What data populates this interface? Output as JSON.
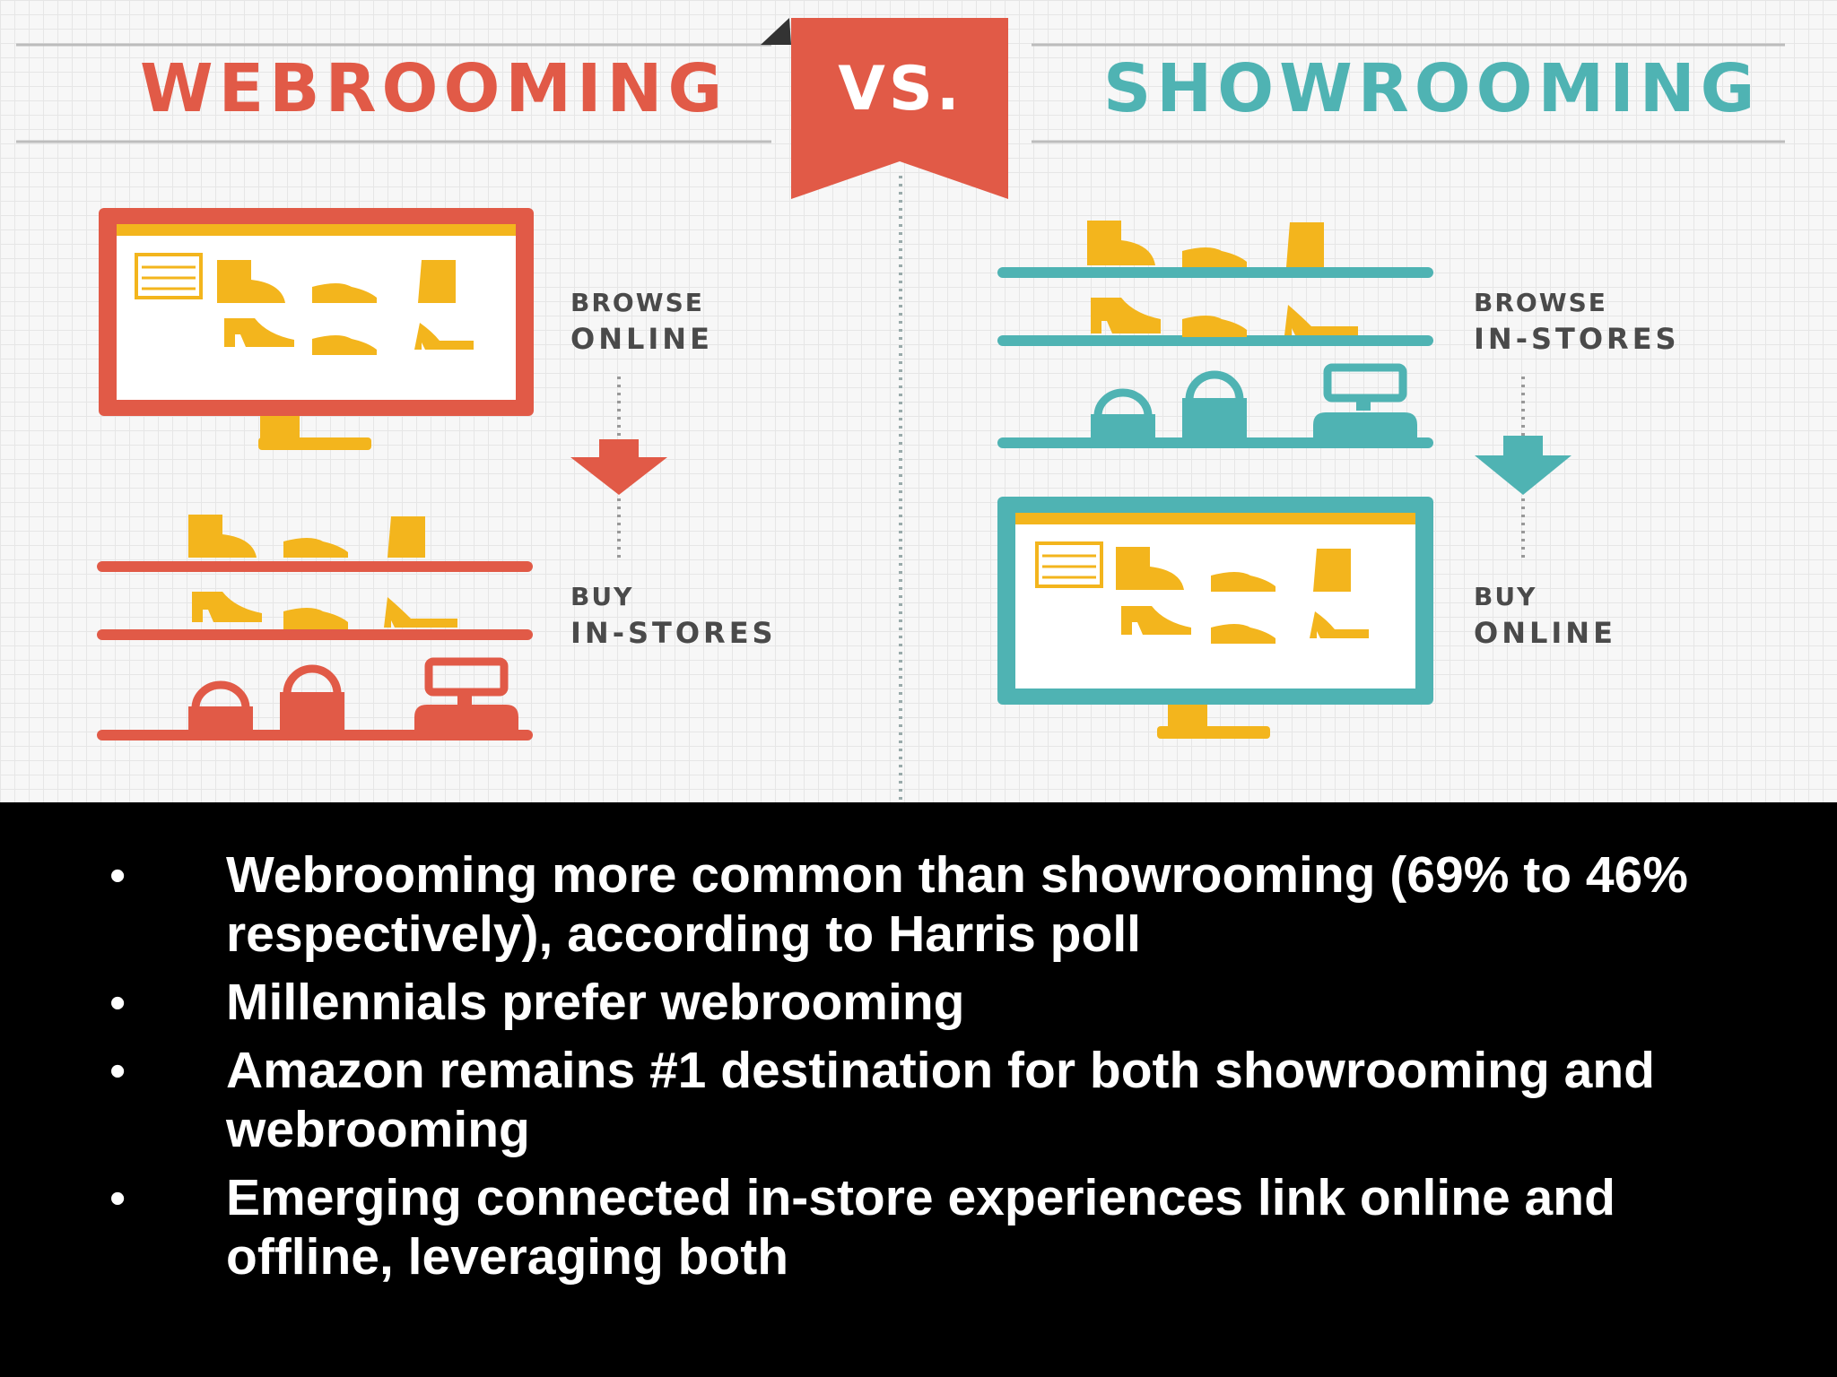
{
  "infographic": {
    "title_left": "WEBROOMING",
    "vs_label": "VS.",
    "title_right": "SHOWROOMING",
    "webrooming": {
      "step1_small": "BROWSE",
      "step1_big": "ONLINE",
      "step2_small": "BUY",
      "step2_big": "IN-STORES"
    },
    "showrooming": {
      "step1_small": "BROWSE",
      "step1_big": "IN-STORES",
      "step2_small": "BUY",
      "step2_big": "ONLINE"
    },
    "colors": {
      "webrooming": "#e15a47",
      "showrooming": "#4fb3b3",
      "product": "#f3b51d",
      "ribbon": "#e15a47"
    }
  },
  "bullets": [
    {
      "marker": "•",
      "text": "Webrooming more common than showrooming (69% to 46% respectively), according to Harris poll"
    },
    {
      "marker": "•",
      "text": "Millennials prefer webrooming"
    },
    {
      "marker": "•",
      "text": "Amazon remains #1 destination for both showrooming and webrooming"
    },
    {
      "marker": "•",
      "text": "Emerging connected in-store experiences link online and offline, leveraging both"
    }
  ]
}
